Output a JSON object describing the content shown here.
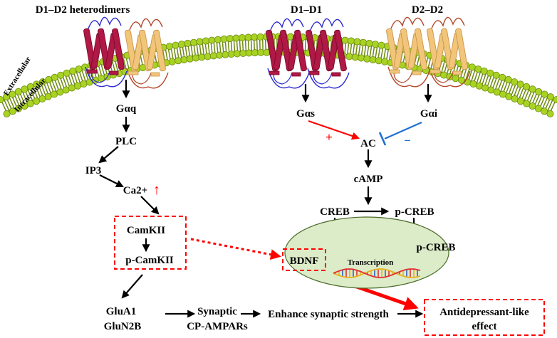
{
  "colors": {
    "d1": "#b01845",
    "d1_helix_dark": "#7a0a2c",
    "d2": "#f2c67a",
    "d2_loops": "#b3472a",
    "d1_loops": "#2c2ad1",
    "membrane_head": "#a9d323",
    "membrane_tail": "#6d8a10",
    "activation": "#ff0000",
    "inhibition": "#1e6fd0",
    "nucleus_fill": "#dcebc8",
    "nucleus_stroke": "#4a6b2a",
    "dna_a": "#e03030",
    "dna_b": "#e8b020",
    "dna_c": "#3060c8"
  },
  "icons": {
    "d1_receptor": "d1-receptor-icon",
    "d2_receptor": "d2-receptor-icon",
    "membrane": "cell-membrane-icon",
    "dna": "dna-helix-icon"
  },
  "labels": {
    "heterodimer": "D1–D2 heterodimers",
    "d1d1": "D1–D1",
    "d2d2": "D2–D2",
    "extracellular": "Extracellular",
    "intracellular": "Intracellular"
  },
  "nodes": {
    "gaq": "Gαq",
    "plc": "PLC",
    "ip3": "IP3",
    "ca": "Ca2+",
    "camkii": "CamKII",
    "pcamkii": "p-CamKII",
    "glua1": "GluA1",
    "glun2b": "GluN2B",
    "synaptic1": "Synaptic",
    "synaptic2": "CP-AMPARs",
    "enhance": "Enhance synaptic strength",
    "anti1": "Antidepressant-like",
    "anti2": "effect",
    "gas": "Gαs",
    "gai": "Gαi",
    "ac": "AC",
    "camp": "cAMP",
    "creb": "CREB",
    "pcreb1": "p-CREB",
    "pcreb2": "p-CREB",
    "bdnf": "BDNF",
    "transcription": "Transcription",
    "plus": "+",
    "minus": "−",
    "up_arrow": "↑"
  }
}
